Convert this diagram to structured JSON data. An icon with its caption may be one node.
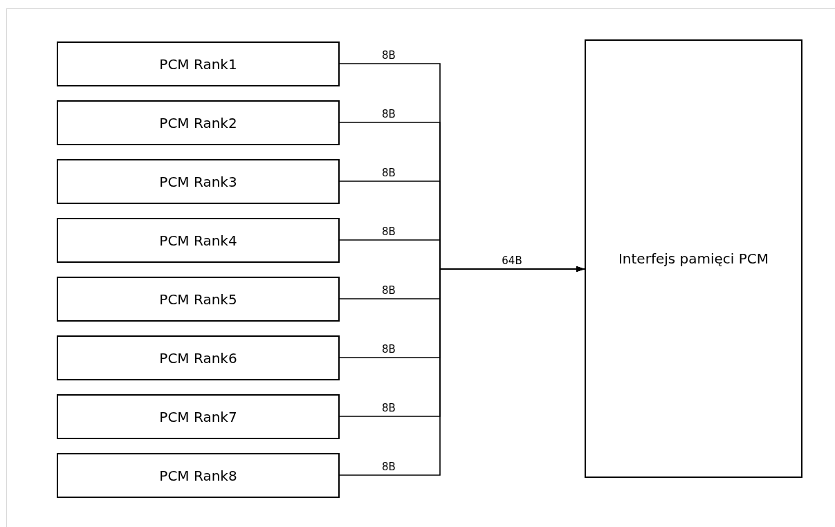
{
  "diagram": {
    "nodes": [
      {
        "text": [
          "PCM Rank1"
        ]
      },
      {
        "text": [
          "PCM Rank2"
        ]
      },
      {
        "text": [
          "PCM Rank3"
        ]
      },
      {
        "text": [
          "PCM Rank4"
        ]
      },
      {
        "text": [
          "PCM Rank5"
        ]
      },
      {
        "text": [
          "PCM Rank6"
        ]
      },
      {
        "text": [
          "PCM Rank7"
        ]
      },
      {
        "text": [
          "PCM Rank8"
        ]
      },
      {
        "text": [
          "Interfejs pamięci PCM"
        ]
      }
    ],
    "edges": [
      {
        "from": 0,
        "to": 8,
        "arrow": "to",
        "label": "8B"
      },
      {
        "from": 1,
        "to": 8,
        "arrow": "to",
        "label": "8B"
      },
      {
        "from": 2,
        "to": 8,
        "arrow": "to",
        "label": "8B"
      },
      {
        "from": 3,
        "to": 8,
        "arrow": "to",
        "label": "8B"
      },
      {
        "from": 4,
        "to": 8,
        "arrow": "to",
        "label": "8B"
      },
      {
        "from": 5,
        "to": 8,
        "arrow": "to",
        "label": "8B"
      },
      {
        "from": 6,
        "to": 8,
        "arrow": "to",
        "label": "8B"
      },
      {
        "from": 7,
        "to": 8,
        "arrow": "to",
        "label": "8B"
      }
    ],
    "labels": [
      "64B"
    ]
  }
}
